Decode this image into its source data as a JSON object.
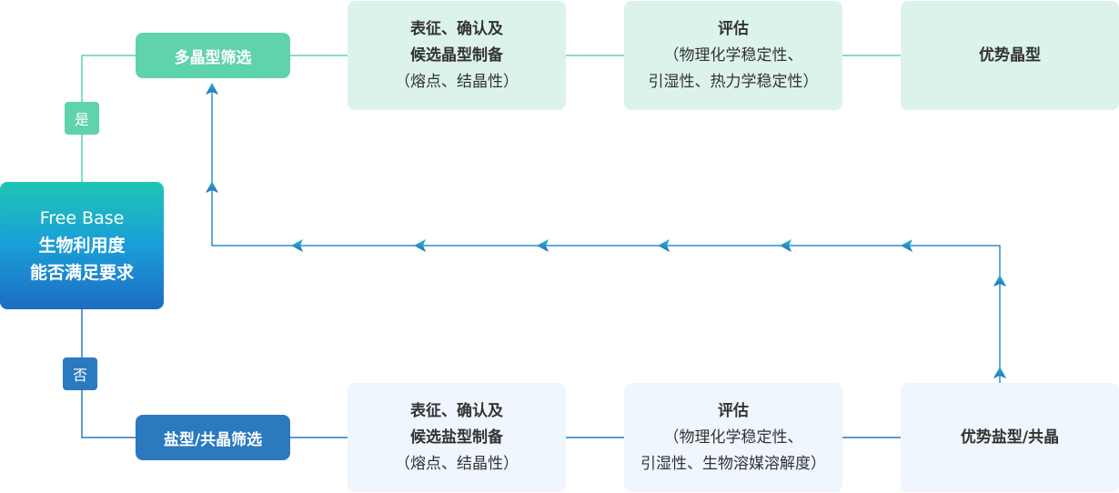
{
  "decision": {
    "line1": "Free Base",
    "line2": "生物利用度",
    "line3": "能否满足要求"
  },
  "yes_label": "是",
  "no_label": "否",
  "top_path": {
    "start": "多晶型筛选",
    "step1": {
      "title": "表征、确认及",
      "line2": "候选晶型制备",
      "line3": "（熔点、结晶性）"
    },
    "step2": {
      "title": "评估",
      "line2": "（物理化学稳定性、",
      "line3": "引湿性、热力学稳定性）"
    },
    "result": "优势晶型"
  },
  "bottom_path": {
    "start": "盐型/共晶筛选",
    "step1": {
      "title": "表征、确认及",
      "line2": "候选盐型制备",
      "line3": "（熔点、结晶性）"
    },
    "step2": {
      "title": "评估",
      "line2": "（物理化学稳定性、",
      "line3": "引湿性、生物溶媒溶解度）"
    },
    "result": "优势盐型/共晶"
  },
  "colors": {
    "green": "#5fd3a9",
    "blue": "#2b79bf",
    "top_card": "#dcf3ea",
    "bottom_card": "#eff6fd"
  }
}
